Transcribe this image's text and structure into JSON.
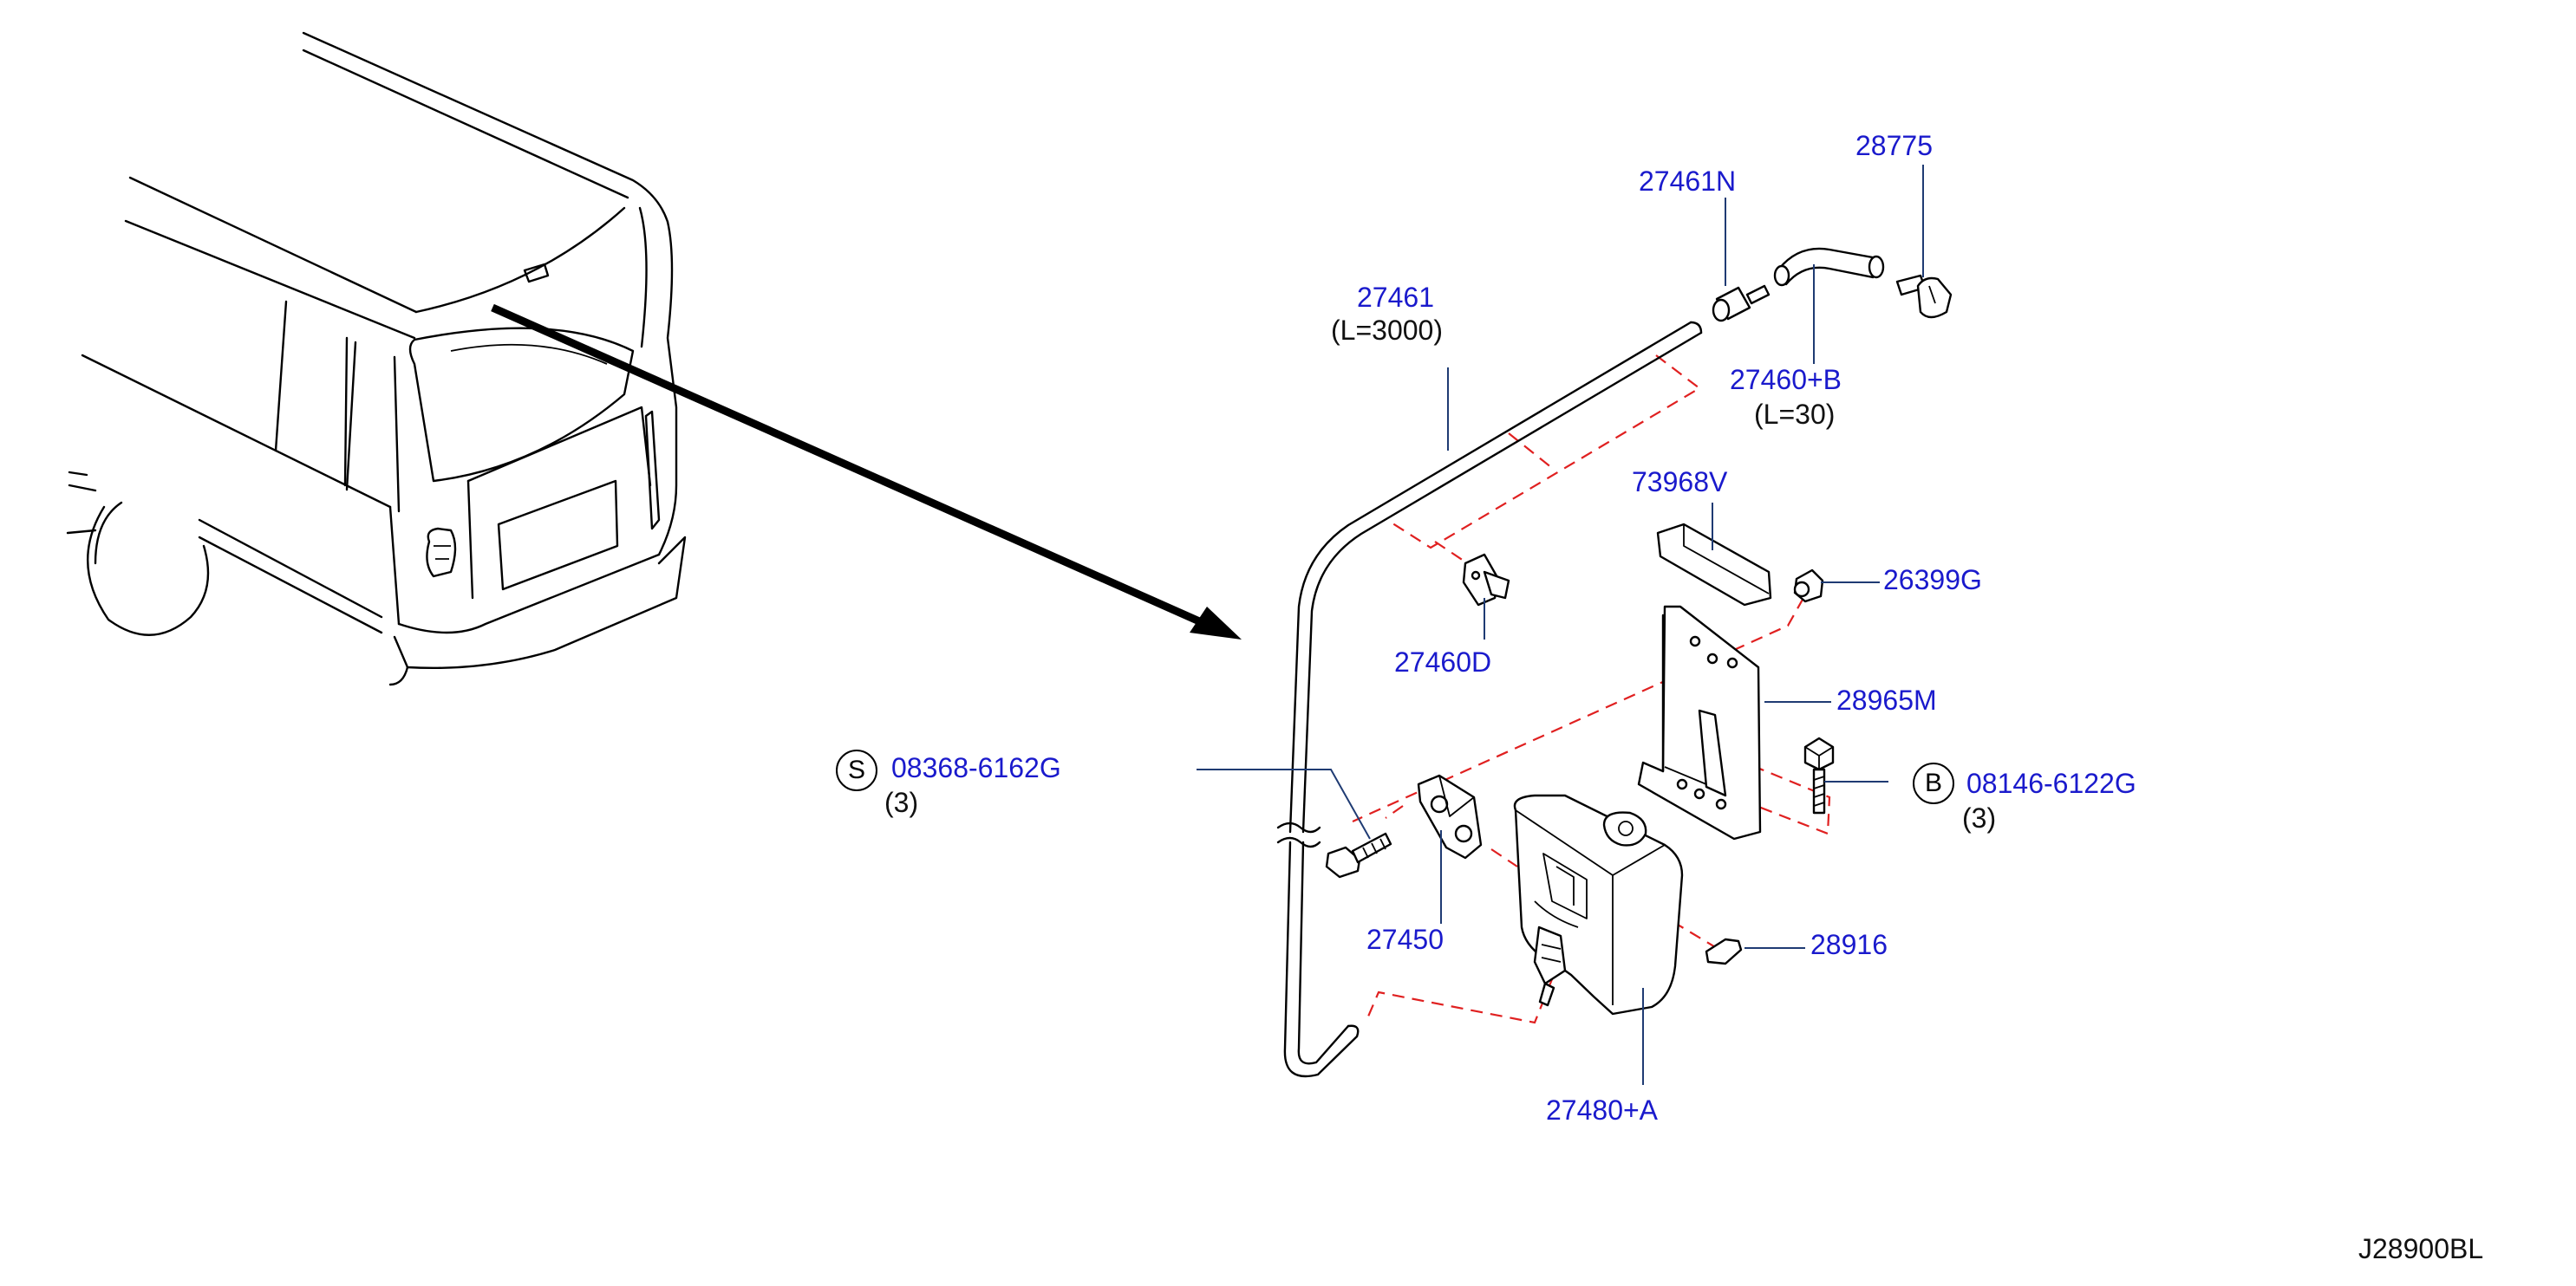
{
  "parts": {
    "p28775": "28775",
    "p27461N": "27461N",
    "p27461": "27461",
    "p27461_len": "(L=3000)",
    "p27460B": "27460+B",
    "p27460B_len": "(L=30)",
    "p73968V": "73968V",
    "p26399G": "26399G",
    "p27460D": "27460D",
    "p28965M": "28965M",
    "p08146": "08146-6122G",
    "p08146_qty": "(3)",
    "p08368": "08368-6162G",
    "p08368_qty": "(3)",
    "p27450": "27450",
    "p28916": "28916",
    "p27480A": "27480+A"
  },
  "symbols": {
    "screw_symbol": "S",
    "bolt_symbol": "B"
  },
  "diagram_code": "J28900BL",
  "colors": {
    "label_blue": "#1a1acc",
    "leader": "#1f3b73",
    "dashed_guide": "#e02020",
    "line": "#000000"
  }
}
